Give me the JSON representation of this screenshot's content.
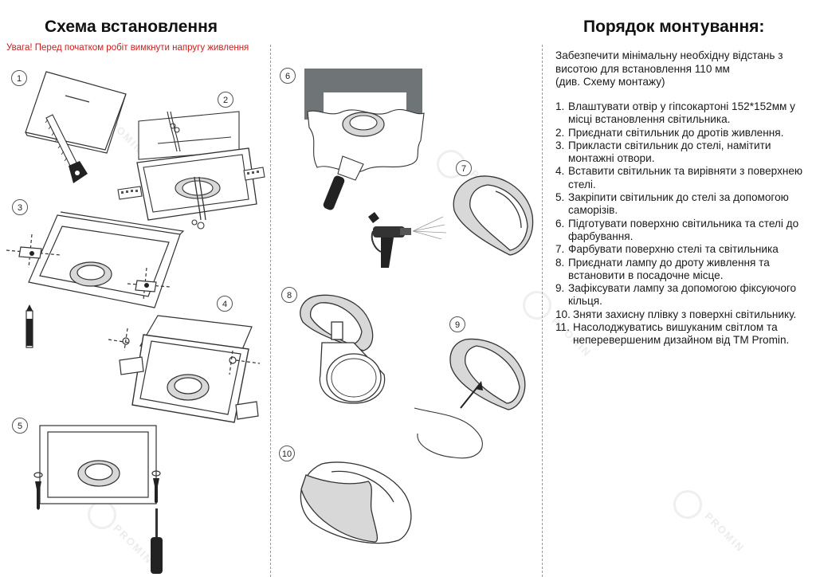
{
  "left": {
    "title": "Схема встановлення",
    "warning": "Увага! Перед початком робіт вимкнути напругу живлення"
  },
  "right": {
    "title": "Порядок монтування:",
    "intro_lines": [
      "Забезпечити мінімальну необхідну відстань з",
      "висотою для встановлення 110 мм",
      "(див. Схему монтажу)"
    ],
    "steps": [
      {
        "n": "1.",
        "text": "Влаштувати отвір у гіпсокартоні 152*152мм у місці встановлення світильника."
      },
      {
        "n": "2.",
        "text": "Приєднати світильник до дротів живлення."
      },
      {
        "n": "3.",
        "text": "Прикласти світильник до стелі, намітити монтажні отвори."
      },
      {
        "n": "4.",
        "text": "Вставити світильник та вирівняти з поверхнею стелі."
      },
      {
        "n": "5.",
        "text": "Закріпити світильник до стелі за допомогою саморізів."
      },
      {
        "n": "6.",
        "text": "Підготувати поверхню світильника та стелі до фарбування."
      },
      {
        "n": "7.",
        "text": "Фарбувати поверхню стелі та світильника"
      },
      {
        "n": "8.",
        "text": "Приєднати лампу до дроту живлення та встановити в посадочне місце."
      },
      {
        "n": "9.",
        "text": "Зафіксувати лампу за допомогою фіксуючого кільця."
      },
      {
        "n": "10.",
        "text": "Зняти захисну плівку з поверхні світильнику."
      },
      {
        "n": "11.",
        "text": "Насолоджуватись вишуканим світлом та неперевершеним дизайном від ТМ Promin."
      }
    ]
  },
  "step_labels": [
    "1",
    "2",
    "3",
    "4",
    "5",
    "6",
    "7",
    "8",
    "9",
    "10"
  ],
  "watermark": "PROMIN",
  "colors": {
    "warning": "#d41a1a",
    "plaster": "#6f7577",
    "lens_fill": "#d8d8d8",
    "divider": "#9a9a9a"
  }
}
